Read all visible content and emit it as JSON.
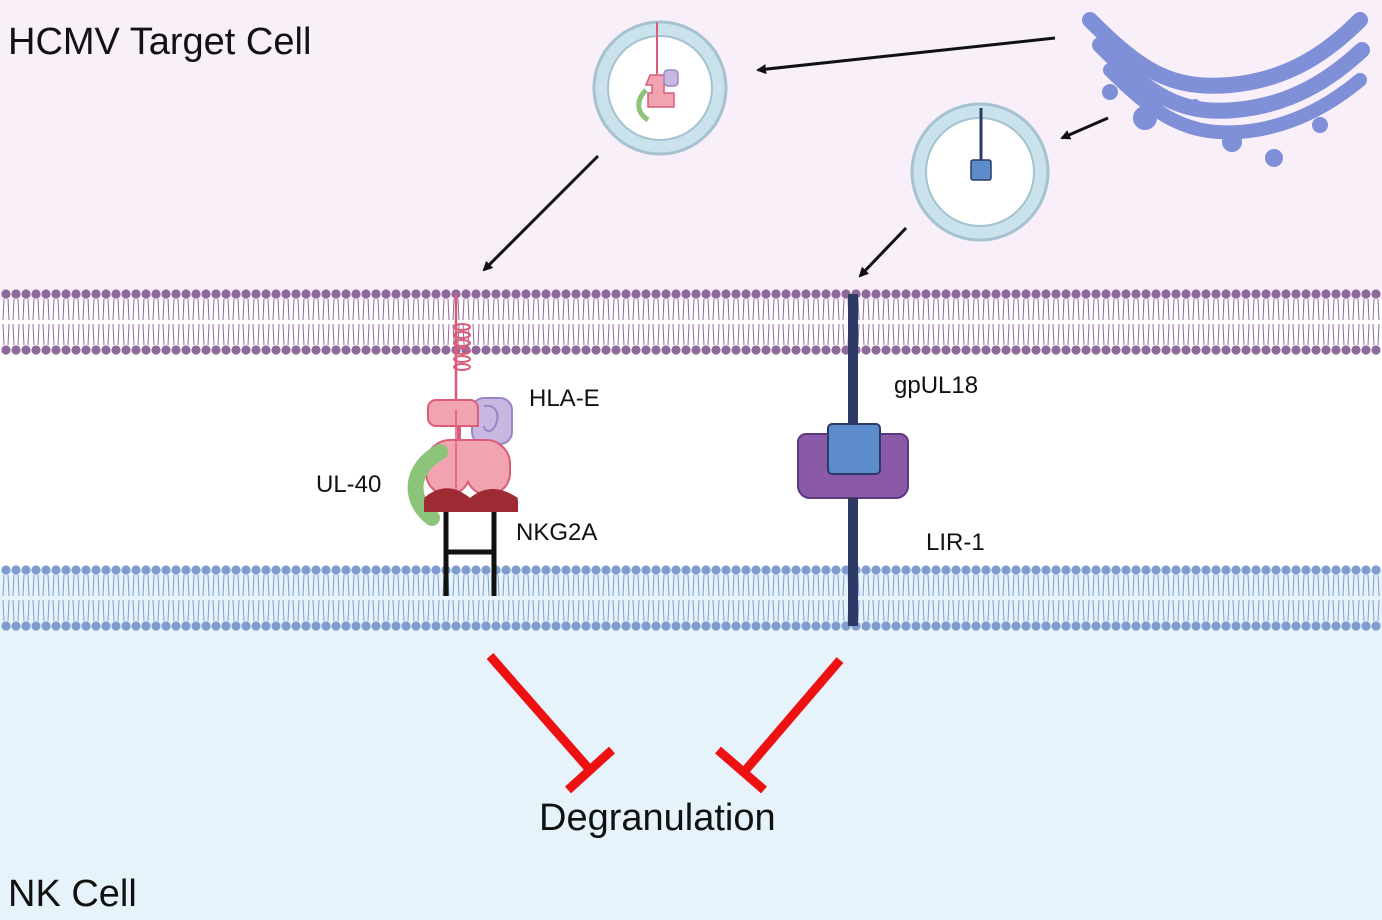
{
  "regions": {
    "target_cell": "HCMV Target Cell",
    "nk_cell": "NK Cell"
  },
  "molecules": {
    "hla_e": "HLA-E",
    "ul40": "UL-40",
    "nkg2a": "NKG2A",
    "gpul18": "gpUL18",
    "lir1": "LIR-1"
  },
  "outcome": "Degranulation",
  "colors": {
    "target_bg": "#f8eff8",
    "nk_bg": "#e6f3fb",
    "target_membrane": "#8e6a9a",
    "nk_membrane": "#7e9ccd",
    "hla_e": "#f2a3b0",
    "ul40": "#8cc47a",
    "nkg2a": "#9e2b34",
    "gpul18": "#5d8ccc",
    "lir1": "#8a5aa8",
    "inhibition": "#ee1111"
  }
}
